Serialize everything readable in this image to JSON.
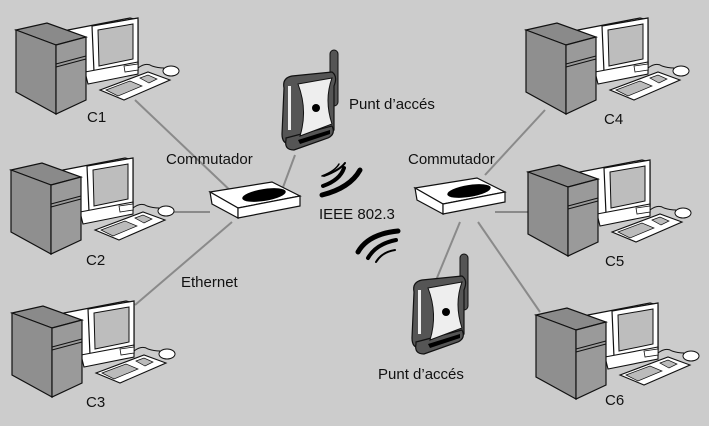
{
  "diagram": {
    "background_color": "#cccccc",
    "computers": [
      {
        "id": "c1",
        "label": "C1"
      },
      {
        "id": "c2",
        "label": "C2"
      },
      {
        "id": "c3",
        "label": "C3"
      },
      {
        "id": "c4",
        "label": "C4"
      },
      {
        "id": "c5",
        "label": "C5"
      },
      {
        "id": "c6",
        "label": "C6"
      }
    ],
    "switches": [
      {
        "id": "switch-left",
        "label": "Commutador"
      },
      {
        "id": "switch-right",
        "label": "Commutador"
      }
    ],
    "access_points": [
      {
        "id": "ap-top",
        "label": "Punt d’accés"
      },
      {
        "id": "ap-bottom",
        "label": "Punt d’accés"
      }
    ],
    "link_labels": {
      "ethernet": "Ethernet",
      "wireless": "IEEE 802.3"
    },
    "connections": [
      [
        "switch-left",
        "c1"
      ],
      [
        "switch-left",
        "c2"
      ],
      [
        "switch-left",
        "c3"
      ],
      [
        "switch-left",
        "ap-top"
      ],
      [
        "switch-right",
        "c4"
      ],
      [
        "switch-right",
        "c5"
      ],
      [
        "switch-right",
        "c6"
      ],
      [
        "switch-right",
        "ap-bottom"
      ]
    ]
  }
}
